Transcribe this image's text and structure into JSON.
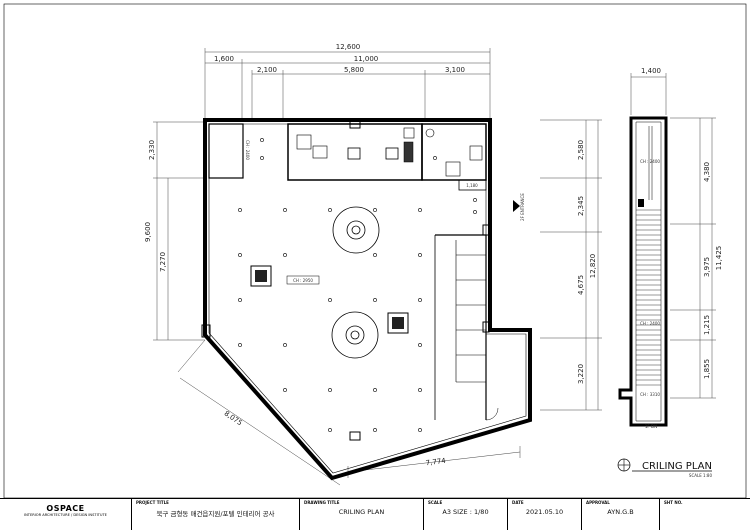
{
  "sheet": {
    "drawing_title": "CRILING PLAN",
    "scale_note": "SCALE 1:80"
  },
  "dimensions": {
    "top_total": "12,600",
    "top_left": "1,600",
    "top_mid": "11,000",
    "top_a": "2,100",
    "top_b": "5,800",
    "top_c": "3,100",
    "left_a": "2,330",
    "left_total": "9,600",
    "left_b": "7,270",
    "diag_left": "8,075",
    "diag_bottom": "7,774",
    "right_a": "2,580",
    "right_b": "2,345",
    "right_c": "4,675",
    "right_total": "12,820",
    "right_d": "3,220",
    "stair_w": "1,400",
    "stair_a": "4,380",
    "stair_total": "11,425",
    "stair_b": "3,975",
    "stair_c": "1,215",
    "stair_d": "1,855"
  },
  "plan_labels": {
    "ceiling_main": "CH : 2950",
    "ceiling_small": "CH : 2400",
    "storage": "1,180",
    "entrance": "2F ENTRANCE",
    "stair_ch1": "CH : 2400",
    "stair_ch2": "CH : 2400",
    "stair_ch3": "CH : 3310",
    "stair_up": "1F DN"
  },
  "title_block": {
    "company": "OSPACE",
    "company_sub": "INTERIOR ARCHITECTURE / DESIGN INSTITUTE",
    "project_title_label": "PROJECT TITLE",
    "project_title": "북구 금형동 매건읍지원/포텔 인테리어 공사",
    "drawing_title_label": "DRAWING TITLE",
    "drawing_title": "CRILING PLAN",
    "scale_label": "SCALE",
    "scale": "A3 SIZE : 1/80",
    "date_label": "DATE",
    "date": "2021.05.10",
    "approval_label": "APPROVAL",
    "approval": "AYN.G.B",
    "sheet_no_label": "SHT NO.",
    "sheet_no": ""
  }
}
